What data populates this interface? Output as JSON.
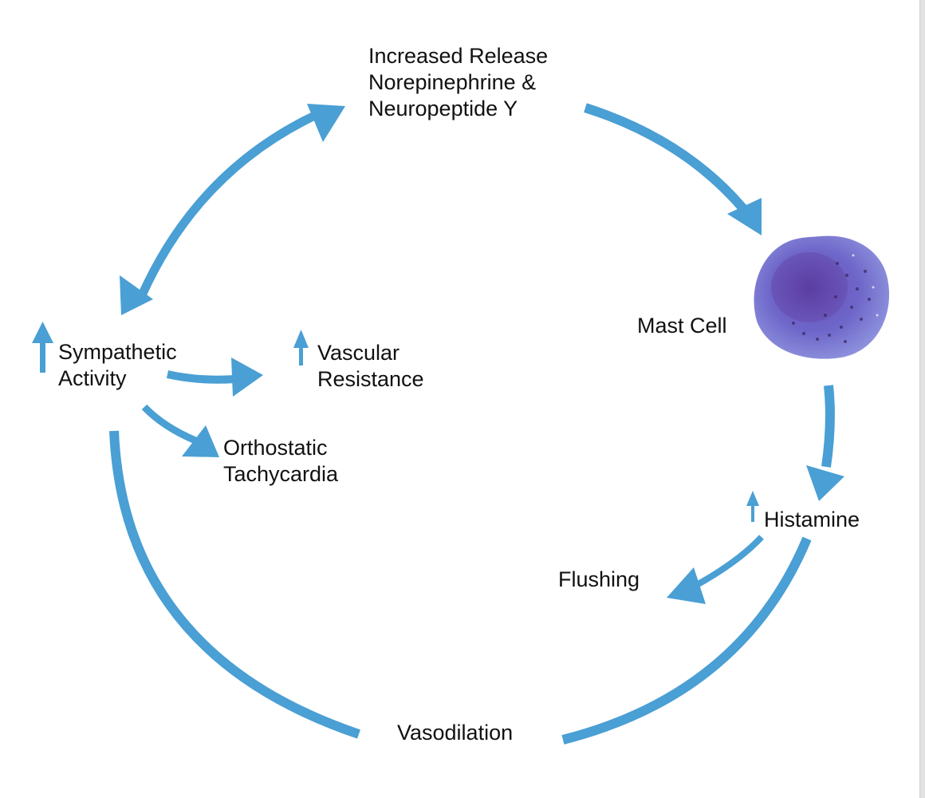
{
  "accent_color": "#4a9fd4",
  "nodes": {
    "release": {
      "line1": "Increased Release",
      "line2": "Norepinephrine &",
      "line3": "Neuropeptide Y"
    },
    "mast_cell": {
      "label": "Mast Cell",
      "image": "mast-cell-micrograph"
    },
    "histamine": {
      "label": "Histamine",
      "indicator": "increase-arrow"
    },
    "flushing": {
      "label": "Flushing"
    },
    "vasodilation": {
      "label": "Vasodilation"
    },
    "sympathetic": {
      "line1": "Sympathetic",
      "line2": "Activity",
      "indicator": "increase-arrow"
    },
    "vascular": {
      "line1": "Vascular",
      "line2": "Resistance",
      "indicator": "increase-arrow"
    },
    "orthostatic": {
      "line1": "Orthostatic",
      "line2": "Tachycardia"
    }
  },
  "edges": [
    {
      "from": "Sympathetic Activity",
      "to": "Increased Release Norepinephrine & Neuropeptide Y",
      "type": "bidirectional"
    },
    {
      "from": "Increased Release Norepinephrine & Neuropeptide Y",
      "to": "Mast Cell"
    },
    {
      "from": "Mast Cell",
      "to": "Histamine"
    },
    {
      "from": "Histamine",
      "to": "Flushing"
    },
    {
      "from": "Histamine",
      "to": "Vasodilation",
      "type": "line"
    },
    {
      "from": "Vasodilation",
      "to": "Sympathetic Activity",
      "type": "line"
    },
    {
      "from": "Sympathetic Activity",
      "to": "Vascular Resistance"
    },
    {
      "from": "Sympathetic Activity",
      "to": "Orthostatic Tachycardia"
    }
  ]
}
